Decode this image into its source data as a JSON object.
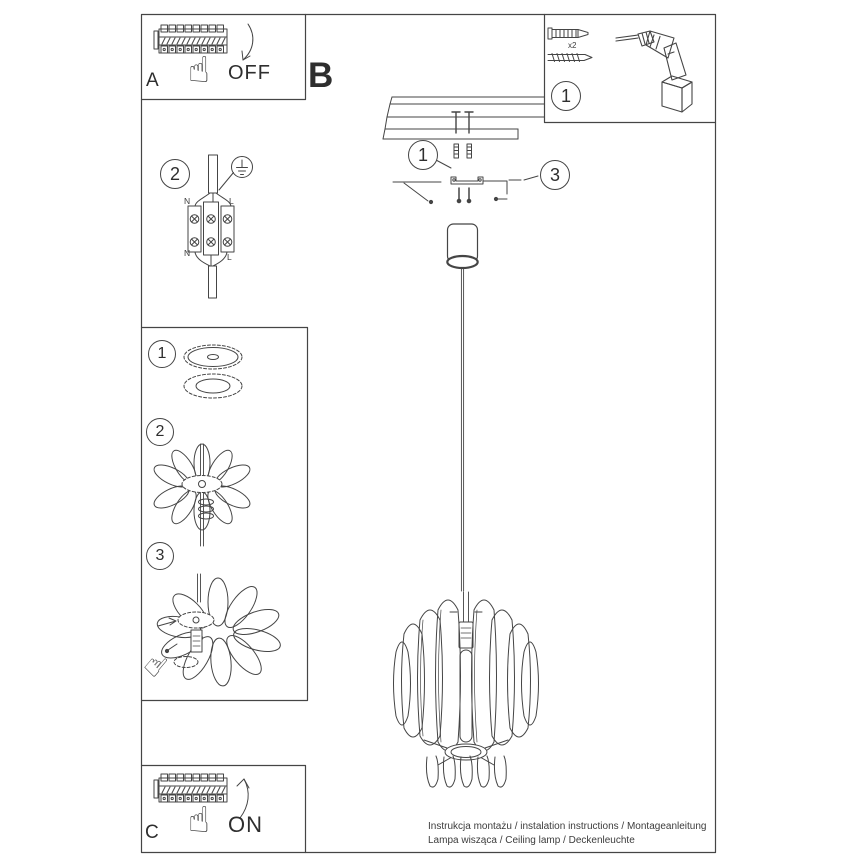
{
  "sheet": {
    "footer_line1": "Instrukcja montażu / instalation instructions / Montageanleitung",
    "footer_line2": "Lampa wisząca / Ceiling lamp / Deckenleuchte"
  },
  "panel_a": {
    "label": "A",
    "switch_state": "OFF"
  },
  "section_b": {
    "label": "B"
  },
  "panel_c": {
    "label": "C",
    "switch_state": "ON"
  },
  "parts_panel": {
    "step_number": "1",
    "screw_quantity": "x2"
  },
  "mounting": {
    "dowel_callout": "1",
    "bracket_callout": "3"
  },
  "wiring": {
    "step_number": "2",
    "terminals_top": [
      "N",
      "L"
    ],
    "terminals_bottom": [
      "N",
      "L"
    ]
  },
  "assembly": {
    "step1": "1",
    "step2": "2",
    "step3": "3"
  },
  "icons": {
    "hand_up": "☝"
  },
  "colors": {
    "line": "#454545"
  }
}
